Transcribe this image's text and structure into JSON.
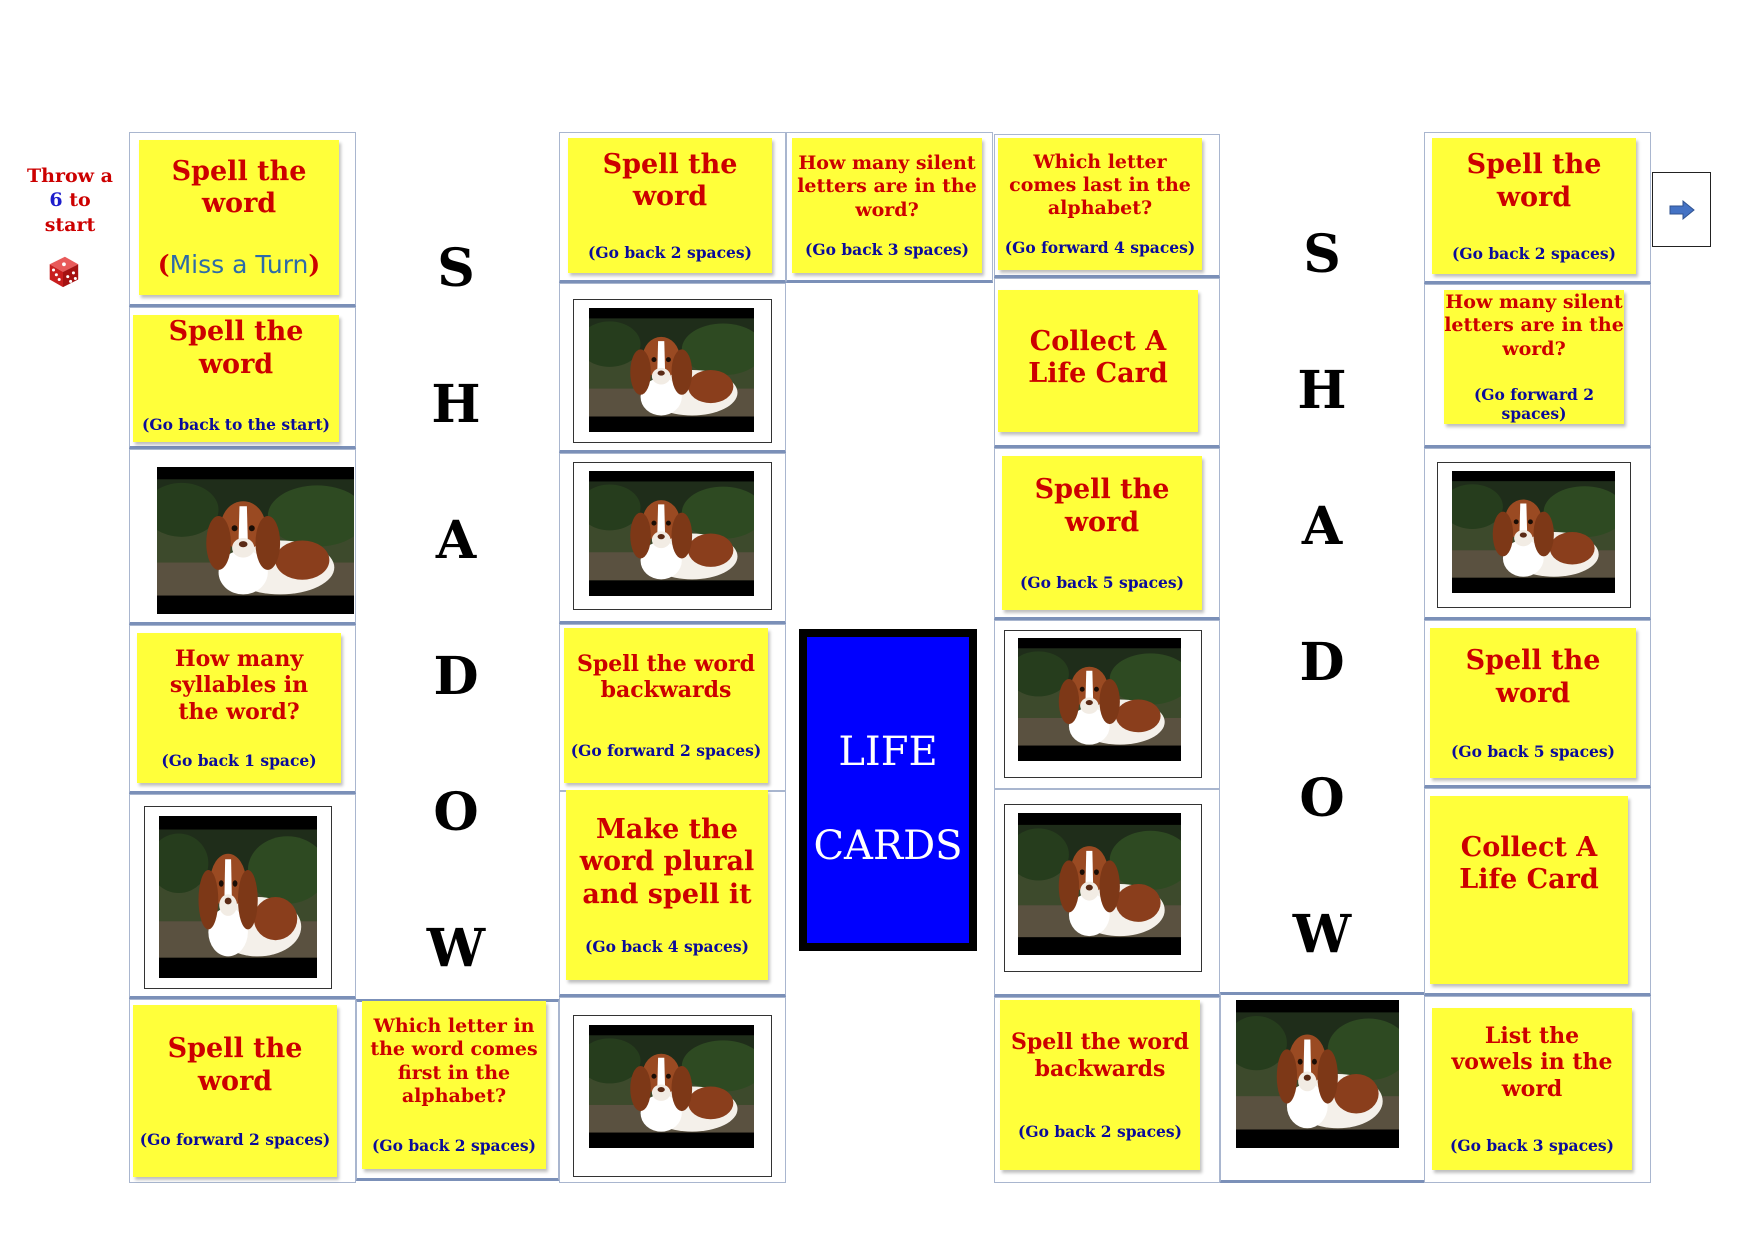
{
  "start": {
    "throw_line1": "Throw a",
    "throw_six": "6",
    "throw_to": " to",
    "throw_line3": "start",
    "dice_icon": "dice-icon"
  },
  "finish_icon": "right-arrow-icon",
  "shadow_left": [
    "S",
    "H",
    "A",
    "D",
    "O",
    "W"
  ],
  "shadow_right": [
    "S",
    "H",
    "A",
    "D",
    "O",
    "W"
  ],
  "life_cards": {
    "line1": "LIFE",
    "line2": "CARDS"
  },
  "squares": {
    "c1r1": {
      "title": "Spell the word",
      "miss_open": "(",
      "miss_text": "Miss a Turn",
      "miss_close": ")"
    },
    "c1r2": {
      "title": "Spell the word",
      "sub": "(Go back to the start)"
    },
    "c1r4": {
      "title": "How many syllables in the word?",
      "sub": "(Go back 1 space)"
    },
    "c1r6": {
      "title": "Spell the word",
      "sub": "(Go forward 2 spaces)"
    },
    "c2r6": {
      "title": "Which letter in the word comes first in the alphabet?",
      "sub": "(Go back 2 spaces)"
    },
    "c3r1": {
      "title": "Spell the word",
      "sub": "(Go back 2 spaces)"
    },
    "c3r4": {
      "title": "Spell the word backwards",
      "sub": "(Go forward 2 spaces)"
    },
    "c3r5": {
      "title": "Make the word plural and spell it",
      "sub": "(Go back 4 spaces)"
    },
    "c4r1": {
      "title": "How many silent letters are in the word?",
      "sub": "(Go back 3 spaces)"
    },
    "c5r1": {
      "title": "Which letter comes last in the alphabet?",
      "sub": "(Go forward 4 spaces)"
    },
    "c5r2": {
      "title": "Collect A Life Card"
    },
    "c5r3": {
      "title": "Spell the word",
      "sub": "(Go back 5 spaces)"
    },
    "c5r6": {
      "title": "Spell the word backwards",
      "sub": "(Go back 2 spaces)"
    },
    "c7r1": {
      "title": "Spell the word",
      "sub": "(Go back 2 spaces)"
    },
    "c7r2": {
      "title": "How many silent letters are in the word?",
      "sub": "(Go forward 2 spaces)"
    },
    "c7r4": {
      "title": "Spell the word",
      "sub": "(Go back 5 spaces)"
    },
    "c7r5": {
      "title": "Collect A Life Card"
    },
    "c7r6": {
      "title": "List the vowels in the word",
      "sub": "(Go back 3 spaces)"
    }
  }
}
